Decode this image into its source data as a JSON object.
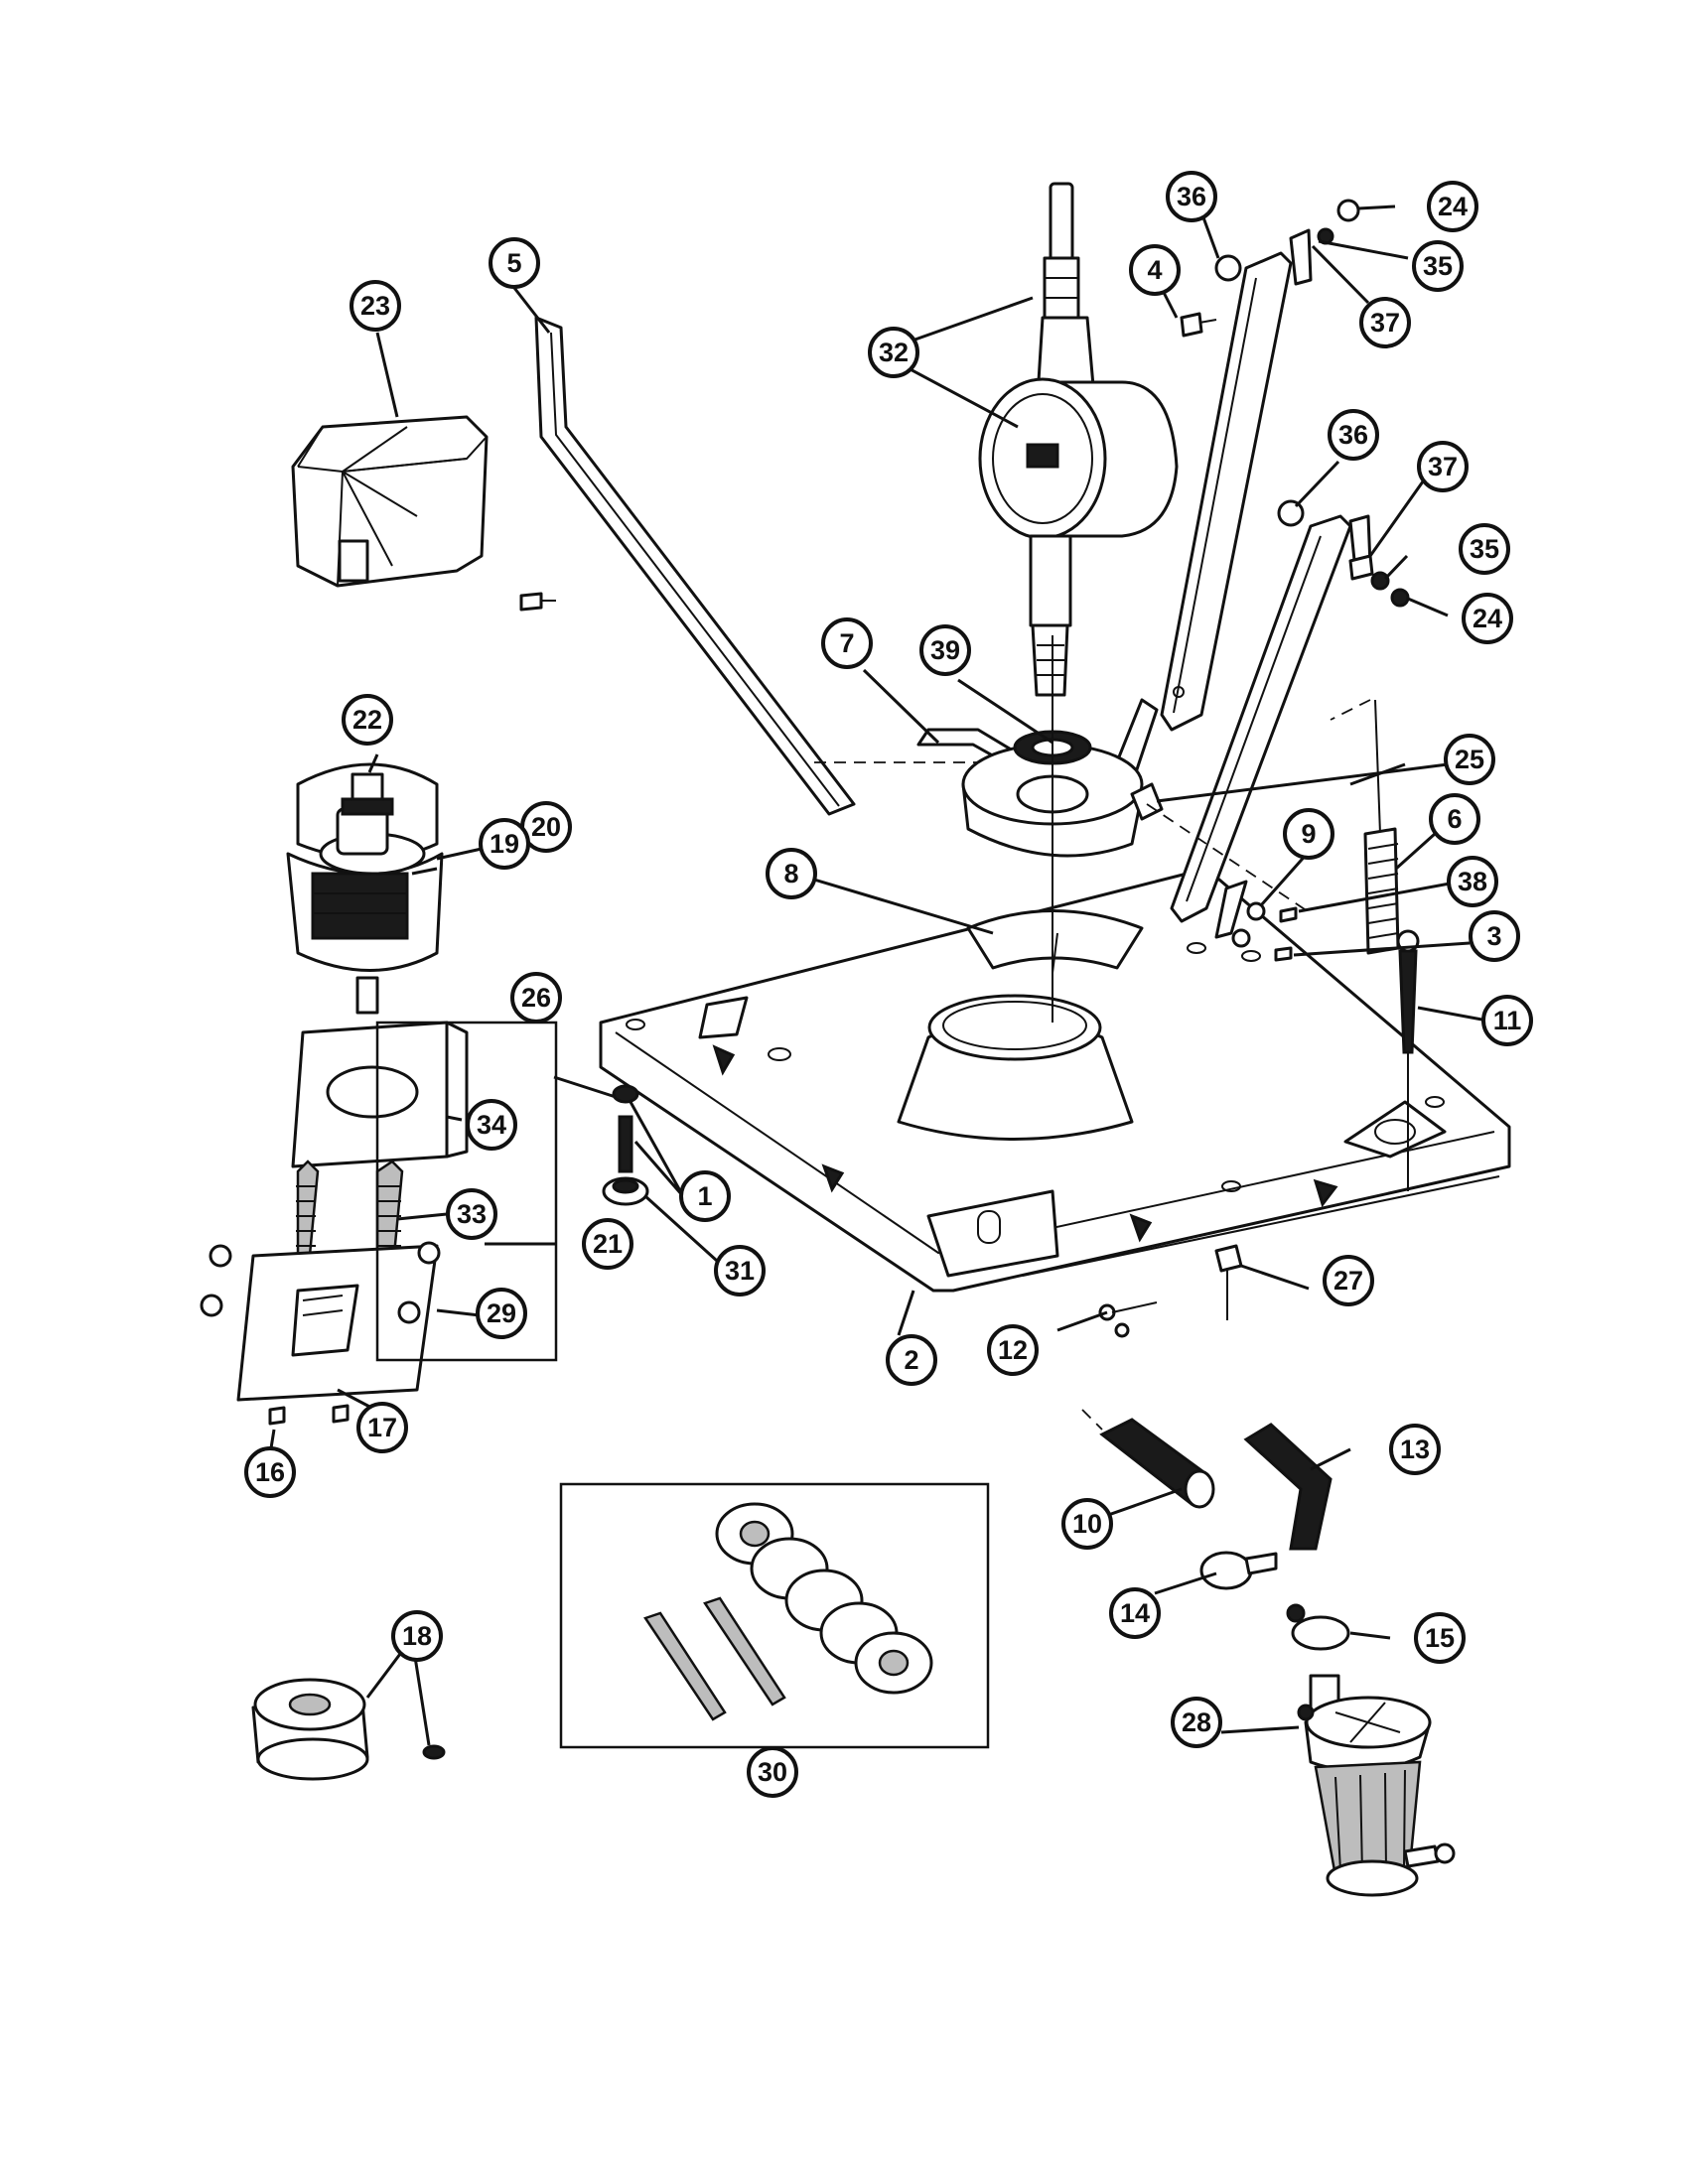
{
  "callouts": [
    {
      "id": "1",
      "label": "1"
    },
    {
      "id": "2",
      "label": "2"
    },
    {
      "id": "3",
      "label": "3"
    },
    {
      "id": "4",
      "label": "4"
    },
    {
      "id": "5",
      "label": "5"
    },
    {
      "id": "6",
      "label": "6"
    },
    {
      "id": "7",
      "label": "7"
    },
    {
      "id": "8",
      "label": "8"
    },
    {
      "id": "9",
      "label": "9"
    },
    {
      "id": "10",
      "label": "10"
    },
    {
      "id": "11",
      "label": "11"
    },
    {
      "id": "12",
      "label": "12"
    },
    {
      "id": "13",
      "label": "13"
    },
    {
      "id": "14",
      "label": "14"
    },
    {
      "id": "15",
      "label": "15"
    },
    {
      "id": "16",
      "label": "16"
    },
    {
      "id": "17",
      "label": "17"
    },
    {
      "id": "18",
      "label": "18"
    },
    {
      "id": "19",
      "label": "19"
    },
    {
      "id": "20",
      "label": "20"
    },
    {
      "id": "21",
      "label": "21"
    },
    {
      "id": "22",
      "label": "22"
    },
    {
      "id": "23",
      "label": "23"
    },
    {
      "id": "24a",
      "label": "24"
    },
    {
      "id": "24b",
      "label": "24"
    },
    {
      "id": "25",
      "label": "25"
    },
    {
      "id": "26",
      "label": "26"
    },
    {
      "id": "27",
      "label": "27"
    },
    {
      "id": "28",
      "label": "28"
    },
    {
      "id": "29",
      "label": "29"
    },
    {
      "id": "30",
      "label": "30"
    },
    {
      "id": "31",
      "label": "31"
    },
    {
      "id": "32",
      "label": "32"
    },
    {
      "id": "33",
      "label": "33"
    },
    {
      "id": "34",
      "label": "34"
    },
    {
      "id": "35a",
      "label": "35"
    },
    {
      "id": "35b",
      "label": "35"
    },
    {
      "id": "36a",
      "label": "36"
    },
    {
      "id": "36b",
      "label": "36"
    },
    {
      "id": "37a",
      "label": "37"
    },
    {
      "id": "37b",
      "label": "37"
    },
    {
      "id": "38",
      "label": "38"
    },
    {
      "id": "39",
      "label": "39"
    }
  ]
}
